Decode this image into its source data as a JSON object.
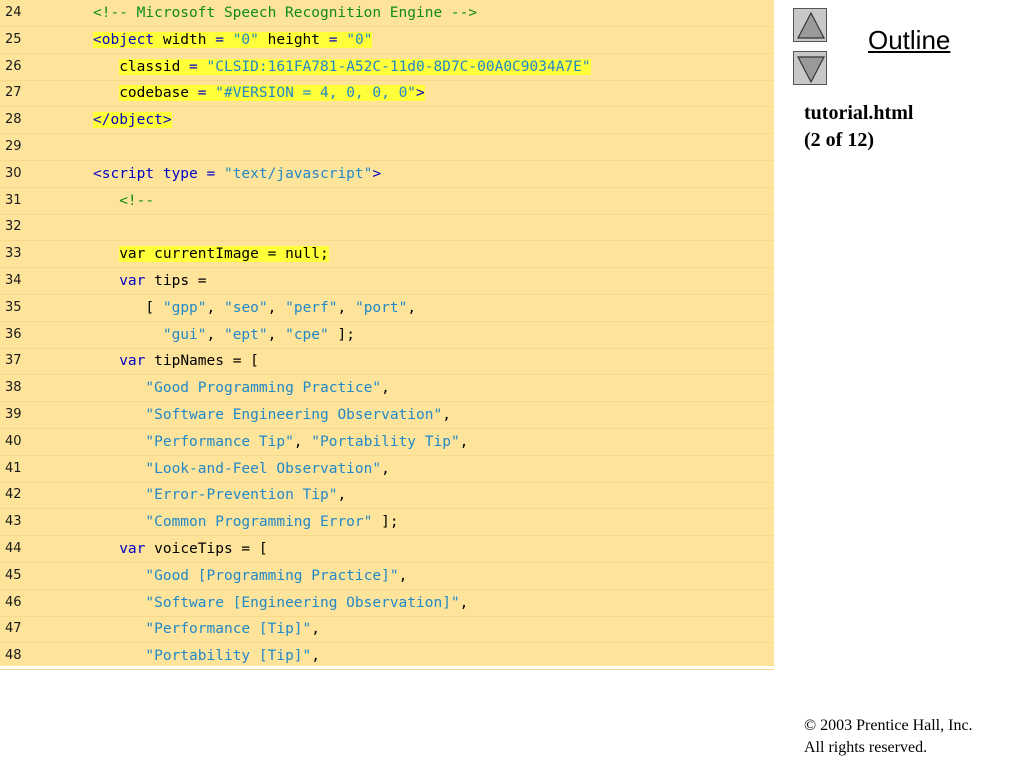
{
  "nav": {
    "outline_label": "Outline",
    "file_name": "tutorial.html",
    "page_of": "(2 of 12)"
  },
  "footer": {
    "copyright": "© 2003 Prentice Hall, Inc.",
    "rights": "All rights reserved."
  },
  "icons": {
    "up": "up-arrow-icon",
    "down": "down-arrow-icon"
  },
  "colors": {
    "panel_background": "#fde49a",
    "highlight": "#ffff3a",
    "comment": "#108a1b",
    "keyword": "#0000c8",
    "string": "#2288c8",
    "plain": "#000000"
  },
  "code_lines": [
    {
      "number": "24",
      "indent": "",
      "highlight": false,
      "segments": [
        {
          "t": "<!-- Microsoft Speech Recognition Engine -->",
          "k": "comment"
        }
      ]
    },
    {
      "number": "25",
      "indent": "",
      "highlight": true,
      "segments": [
        {
          "t": "<object ",
          "k": "kw"
        },
        {
          "t": "width",
          "k": "attr"
        },
        {
          "t": " = ",
          "k": "kw"
        },
        {
          "t": "\"0\"",
          "k": "str"
        },
        {
          "t": " height",
          "k": "attr"
        },
        {
          "t": " = ",
          "k": "kw"
        },
        {
          "t": "\"0\"",
          "k": "str"
        }
      ]
    },
    {
      "number": "26",
      "indent": "   ",
      "highlight": true,
      "segments": [
        {
          "t": "classid",
          "k": "attr"
        },
        {
          "t": " = ",
          "k": "kw"
        },
        {
          "t": "\"CLSID:161FA781-A52C-11d0-8D7C-00A0C9034A7E\"",
          "k": "str"
        }
      ]
    },
    {
      "number": "27",
      "indent": "   ",
      "highlight": true,
      "segments": [
        {
          "t": "codebase",
          "k": "attr"
        },
        {
          "t": " = ",
          "k": "kw"
        },
        {
          "t": "\"#VERSION = 4, 0, 0, 0\"",
          "k": "str"
        },
        {
          "t": ">",
          "k": "kw"
        }
      ]
    },
    {
      "number": "28",
      "indent": "",
      "highlight": true,
      "segments": [
        {
          "t": "</object>",
          "k": "kw"
        }
      ]
    },
    {
      "number": "29",
      "indent": "",
      "highlight": false,
      "segments": []
    },
    {
      "number": "30",
      "indent": "",
      "highlight": false,
      "segments": [
        {
          "t": "<script ",
          "k": "kw"
        },
        {
          "t": "type",
          "k": "kw"
        },
        {
          "t": " = ",
          "k": "kw"
        },
        {
          "t": "\"text/javascript\"",
          "k": "str"
        },
        {
          "t": ">",
          "k": "kw"
        }
      ]
    },
    {
      "number": "31",
      "indent": "   ",
      "highlight": false,
      "segments": [
        {
          "t": "<!--",
          "k": "comment"
        }
      ]
    },
    {
      "number": "32",
      "indent": "",
      "highlight": false,
      "segments": []
    },
    {
      "number": "33",
      "indent": "   ",
      "highlight": true,
      "segments": [
        {
          "t": "var",
          "k": "plain"
        },
        {
          "t": " currentImage = null;",
          "k": "plain"
        }
      ]
    },
    {
      "number": "34",
      "indent": "   ",
      "highlight": false,
      "segments": [
        {
          "t": "var",
          "k": "kw"
        },
        {
          "t": " tips =",
          "k": "plain"
        }
      ]
    },
    {
      "number": "35",
      "indent": "      ",
      "highlight": false,
      "segments": [
        {
          "t": "[ ",
          "k": "plain"
        },
        {
          "t": "\"gpp\"",
          "k": "str"
        },
        {
          "t": ", ",
          "k": "plain"
        },
        {
          "t": "\"seo\"",
          "k": "str"
        },
        {
          "t": ", ",
          "k": "plain"
        },
        {
          "t": "\"perf\"",
          "k": "str"
        },
        {
          "t": ", ",
          "k": "plain"
        },
        {
          "t": "\"port\"",
          "k": "str"
        },
        {
          "t": ",",
          "k": "plain"
        }
      ]
    },
    {
      "number": "36",
      "indent": "        ",
      "highlight": false,
      "segments": [
        {
          "t": "\"gui\"",
          "k": "str"
        },
        {
          "t": ", ",
          "k": "plain"
        },
        {
          "t": "\"ept\"",
          "k": "str"
        },
        {
          "t": ", ",
          "k": "plain"
        },
        {
          "t": "\"cpe\"",
          "k": "str"
        },
        {
          "t": " ];",
          "k": "plain"
        }
      ]
    },
    {
      "number": "37",
      "indent": "   ",
      "highlight": false,
      "segments": [
        {
          "t": "var",
          "k": "kw"
        },
        {
          "t": " tipNames = [",
          "k": "plain"
        }
      ]
    },
    {
      "number": "38",
      "indent": "      ",
      "highlight": false,
      "segments": [
        {
          "t": "\"Good Programming Practice\"",
          "k": "str"
        },
        {
          "t": ",",
          "k": "plain"
        }
      ]
    },
    {
      "number": "39",
      "indent": "      ",
      "highlight": false,
      "segments": [
        {
          "t": "\"Software Engineering Observation\"",
          "k": "str"
        },
        {
          "t": ",",
          "k": "plain"
        }
      ]
    },
    {
      "number": "40",
      "indent": "      ",
      "highlight": false,
      "segments": [
        {
          "t": "\"Performance Tip\"",
          "k": "str"
        },
        {
          "t": ", ",
          "k": "plain"
        },
        {
          "t": "\"Portability Tip\"",
          "k": "str"
        },
        {
          "t": ",",
          "k": "plain"
        }
      ]
    },
    {
      "number": "41",
      "indent": "      ",
      "highlight": false,
      "segments": [
        {
          "t": "\"Look-and-Feel Observation\"",
          "k": "str"
        },
        {
          "t": ",",
          "k": "plain"
        }
      ]
    },
    {
      "number": "42",
      "indent": "      ",
      "highlight": false,
      "segments": [
        {
          "t": "\"Error-Prevention Tip\"",
          "k": "str"
        },
        {
          "t": ",",
          "k": "plain"
        }
      ]
    },
    {
      "number": "43",
      "indent": "      ",
      "highlight": false,
      "segments": [
        {
          "t": "\"Common Programming Error\"",
          "k": "str"
        },
        {
          "t": " ];",
          "k": "plain"
        }
      ]
    },
    {
      "number": "44",
      "indent": "   ",
      "highlight": false,
      "segments": [
        {
          "t": "var",
          "k": "kw"
        },
        {
          "t": " voiceTips = [",
          "k": "plain"
        }
      ]
    },
    {
      "number": "45",
      "indent": "      ",
      "highlight": false,
      "segments": [
        {
          "t": "\"Good [Programming Practice]\"",
          "k": "str"
        },
        {
          "t": ",",
          "k": "plain"
        }
      ]
    },
    {
      "number": "46",
      "indent": "      ",
      "highlight": false,
      "segments": [
        {
          "t": "\"Software [Engineering Observation]\"",
          "k": "str"
        },
        {
          "t": ",",
          "k": "plain"
        }
      ]
    },
    {
      "number": "47",
      "indent": "      ",
      "highlight": false,
      "segments": [
        {
          "t": "\"Performance [Tip]\"",
          "k": "str"
        },
        {
          "t": ",",
          "k": "plain"
        }
      ]
    },
    {
      "number": "48",
      "indent": "      ",
      "highlight": false,
      "segments": [
        {
          "t": "\"Portability [Tip]\"",
          "k": "str"
        },
        {
          "t": ",",
          "k": "plain"
        }
      ]
    }
  ]
}
